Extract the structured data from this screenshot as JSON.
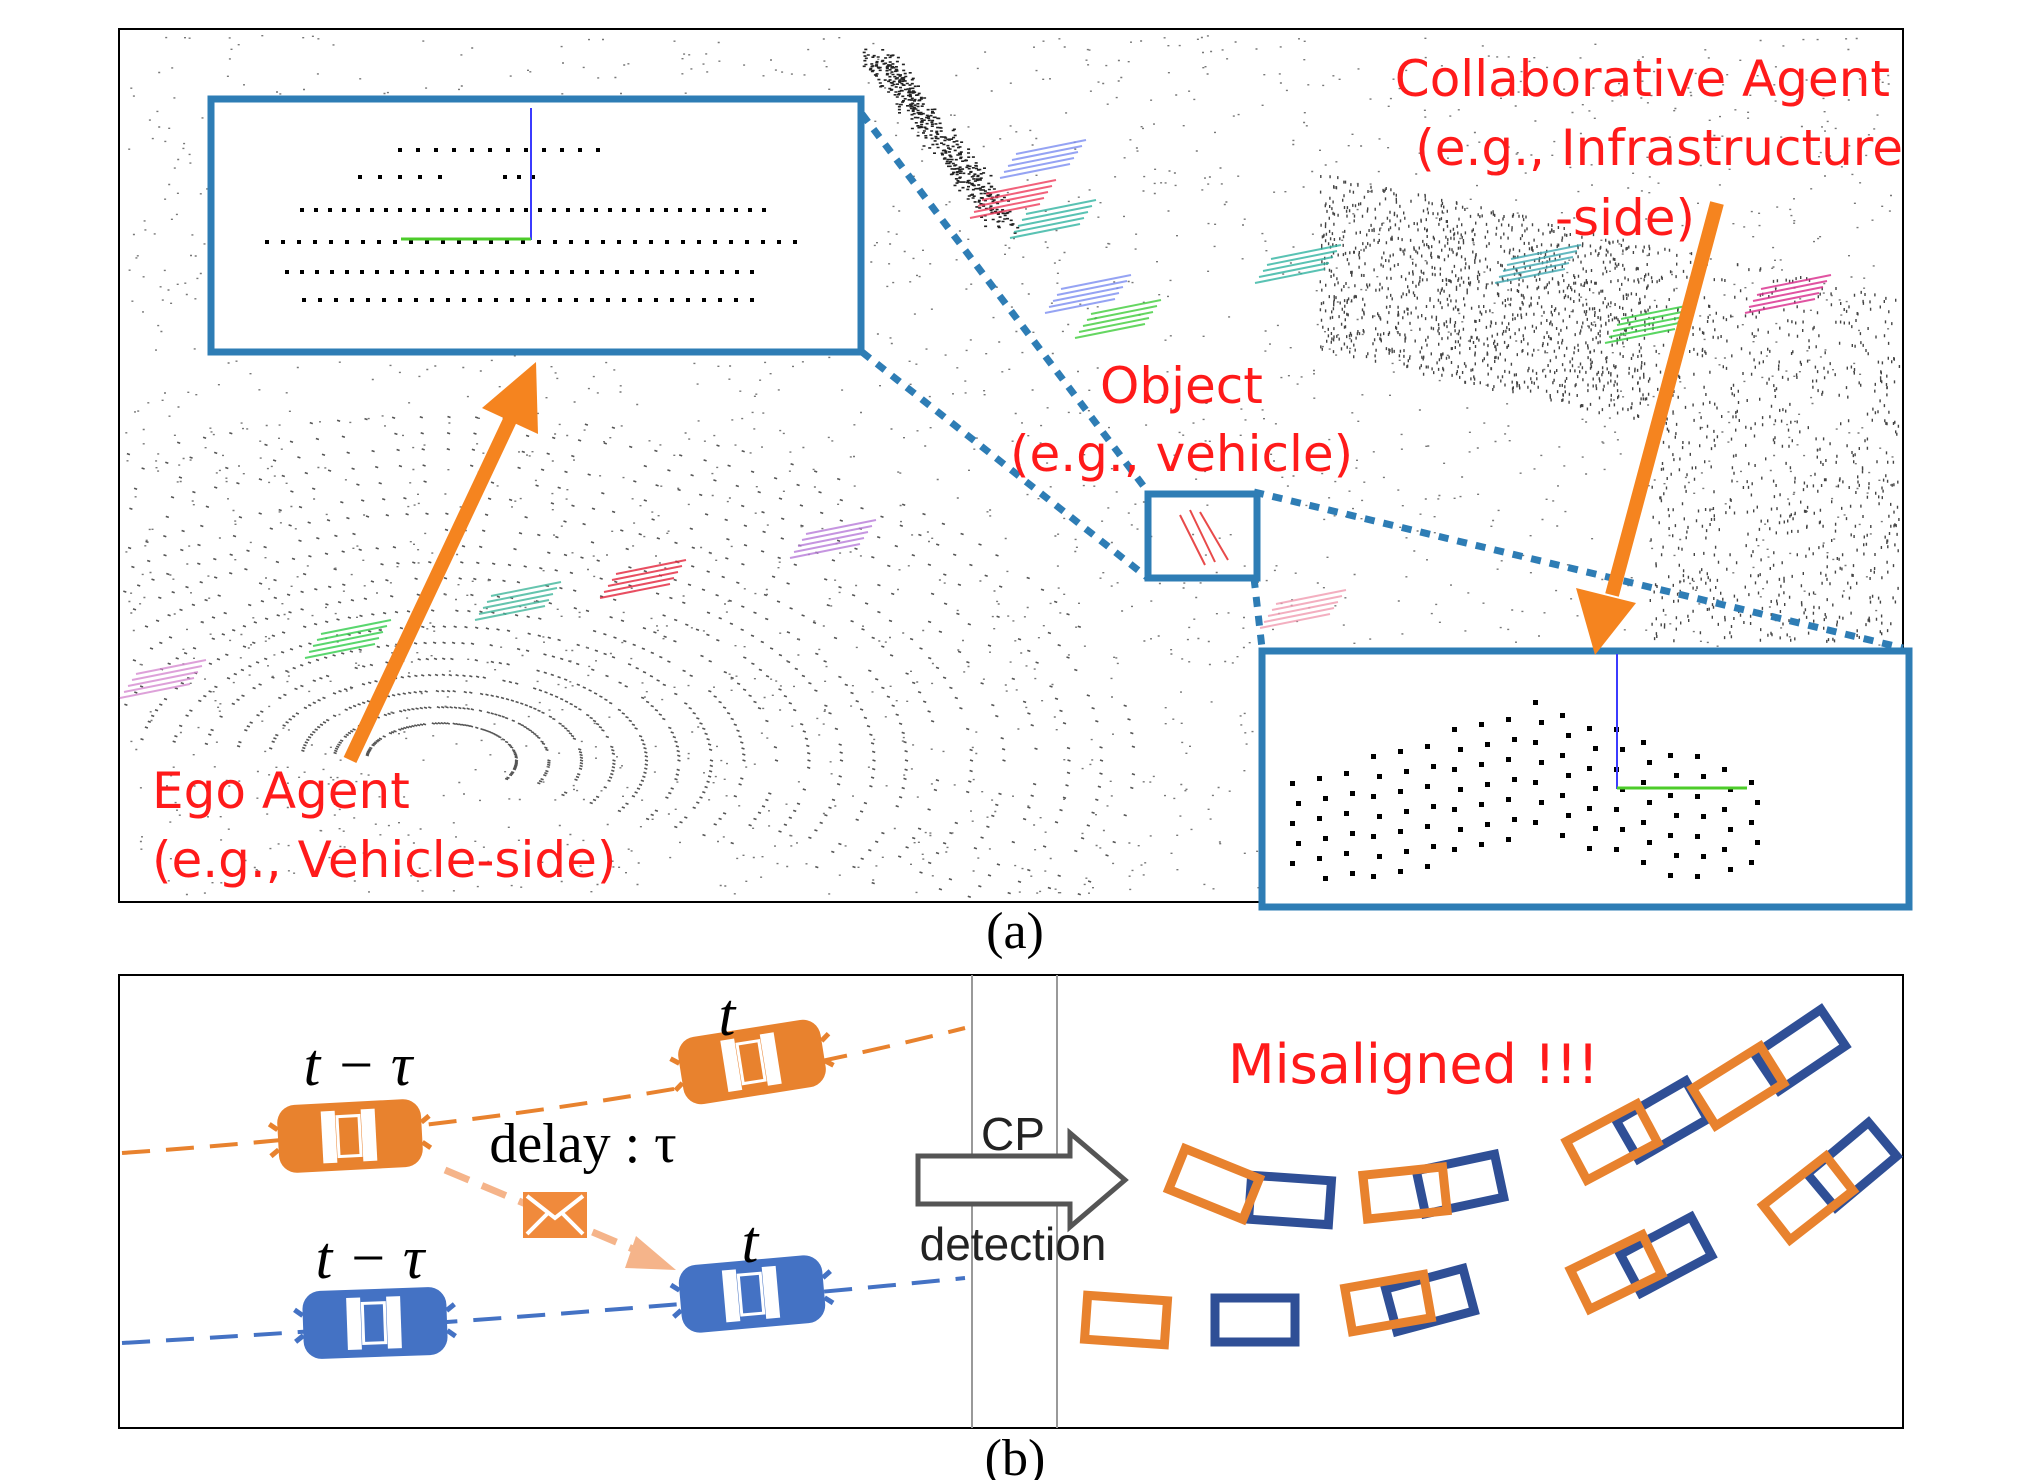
{
  "panel_a": {
    "caption": "(a)",
    "labels": {
      "collab_line1": "Collaborative Agent",
      "collab_line2": "(e.g., Infrastructure",
      "collab_line3": "-side)",
      "object_line1": "Object",
      "object_line2": "(e.g., vehicle)",
      "ego_line1": "Ego Agent",
      "ego_line2": "(e.g., Vehicle-side)"
    },
    "colors": {
      "box": "#2e7db5",
      "arrow": "#f5841f",
      "label": "#ff1a1a",
      "cloud": "#333333"
    }
  },
  "panel_b": {
    "caption": "(b)",
    "top_car_past_label": "t − τ",
    "top_car_now_label": "t",
    "bottom_car_past_label": "t − τ",
    "bottom_car_now_label": "t",
    "delay_label": "delay : τ",
    "cp_label": "CP",
    "detection_label": "detection",
    "misaligned_label": "Misaligned !!!",
    "colors": {
      "orange": "#e8822e",
      "blue": "#4472c4",
      "dark_blue": "#2f4f96",
      "envelope": "#f08a3c"
    }
  }
}
